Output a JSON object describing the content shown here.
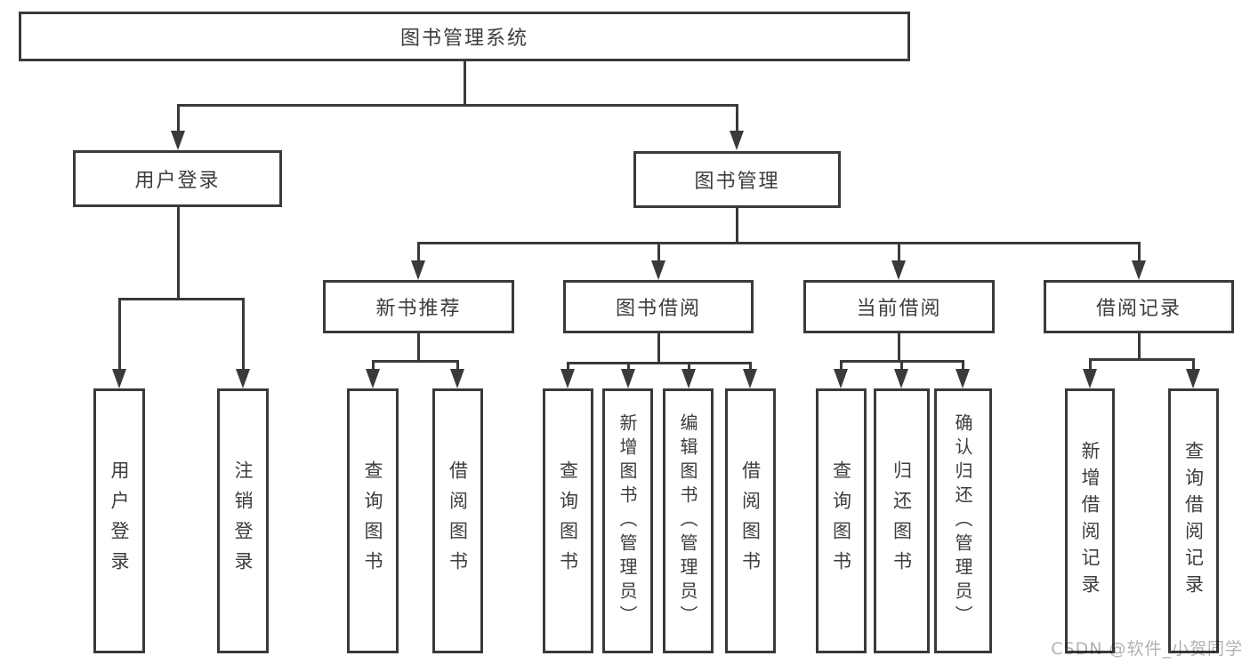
{
  "diagram": {
    "title": "图书管理系统",
    "level2": [
      {
        "label": "用户登录"
      },
      {
        "label": "图书管理"
      }
    ],
    "level3": [
      {
        "label": "新书推荐"
      },
      {
        "label": "图书借阅"
      },
      {
        "label": "当前借阅"
      },
      {
        "label": "借阅记录"
      }
    ],
    "leaves": [
      {
        "label": "用户登录"
      },
      {
        "label": "注销登录"
      },
      {
        "label": "查询图书"
      },
      {
        "label": "借阅图书"
      },
      {
        "label": "查询图书"
      },
      {
        "label": "新增图书（管理员）"
      },
      {
        "label": "编辑图书（管理员）"
      },
      {
        "label": "借阅图书"
      },
      {
        "label": "查询图书"
      },
      {
        "label": "归还图书"
      },
      {
        "label": "确认归还（管理员）"
      },
      {
        "label": "新增借阅记录"
      },
      {
        "label": "查询借阅记录"
      }
    ]
  },
  "watermark": "CSDN @软件_小贺同学",
  "colors": {
    "line": "#3a3a3a",
    "text": "#3d3d3d",
    "background": "#ffffff",
    "watermark": "#b2b2b2"
  }
}
